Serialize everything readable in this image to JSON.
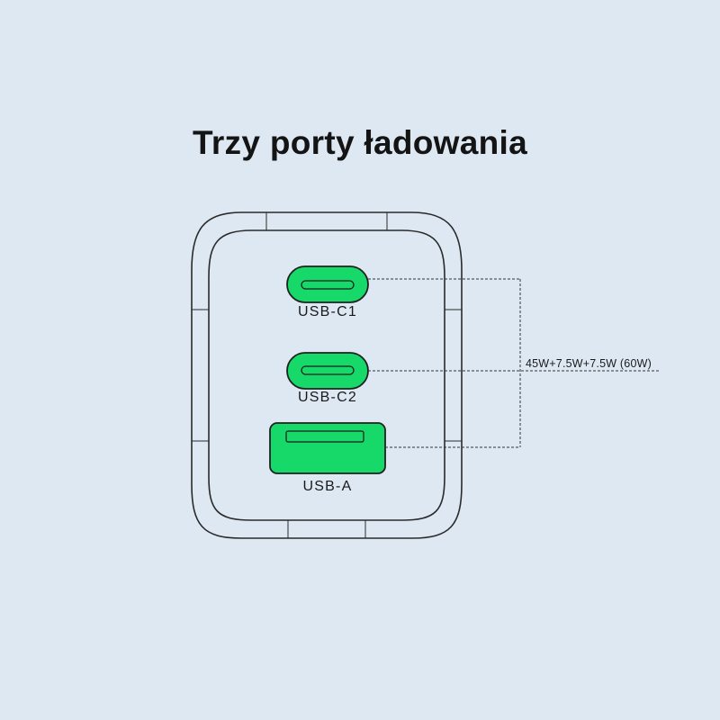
{
  "title": "Trzy porty ładowania",
  "ports": [
    {
      "label": "USB-C1",
      "type": "usb-c"
    },
    {
      "label": "USB-C2",
      "type": "usb-c"
    },
    {
      "label": "USB-A",
      "type": "usb-a"
    }
  ],
  "power_spec": "45W+7.5W+7.5W (60W)",
  "colors": {
    "background": "#dde8f3",
    "port_green": "#16d96a",
    "port_outline": "#1f1f1f",
    "charger_outline": "#2a2a2a"
  }
}
